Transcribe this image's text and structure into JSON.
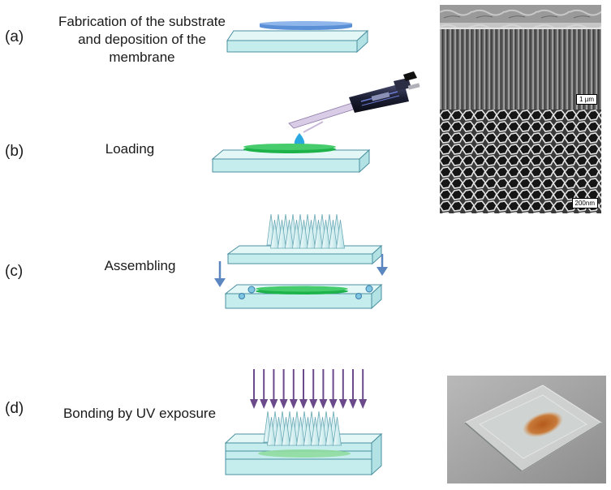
{
  "steps": [
    {
      "letter": "(a)",
      "title_lines": [
        "Fabrication of the substrate",
        "and deposition of the",
        "membrane"
      ]
    },
    {
      "letter": "(b)",
      "title_lines": [
        "Loading"
      ]
    },
    {
      "letter": "(c)",
      "title_lines": [
        "Assembling"
      ]
    },
    {
      "letter": "(d)",
      "title_lines": [
        "Bonding by UV exposure"
      ]
    }
  ],
  "micrographs": {
    "cross_section_scale": "1 µm",
    "top_view_scale": "200nm"
  },
  "colors": {
    "substrate_top": "#e3f7f7",
    "substrate_side": "#c6eded",
    "substrate_edge": "#4a8fa0",
    "membrane_blue": "#5b8fd6",
    "membrane_green": "#1db34a",
    "droplet": "#2aa8e0",
    "arrow_blue": "#5b86c0",
    "uv_arrow": "#6a4a8a",
    "needle": "#cfeef0"
  },
  "icons": [
    "pipette-icon",
    "droplet-icon",
    "down-arrow-icon",
    "uv-arrow-icon",
    "microneedle-array-icon",
    "bubble-icon"
  ]
}
